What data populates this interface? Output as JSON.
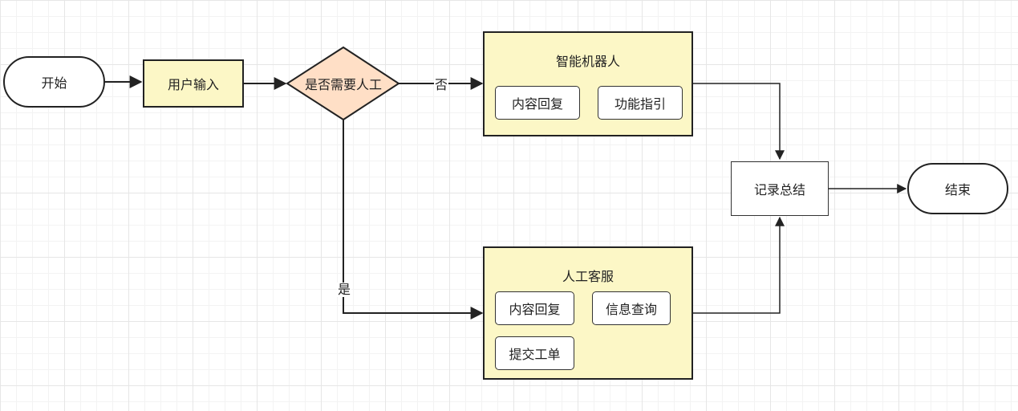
{
  "nodes": {
    "start": "开始",
    "user_input": "用户输入",
    "decision": "是否需要人工",
    "robot": {
      "title": "智能机器人",
      "items": [
        "内容回复",
        "功能指引"
      ]
    },
    "human": {
      "title": "人工客服",
      "items": [
        "内容回复",
        "信息查询",
        "提交工单"
      ]
    },
    "summary": "记录总结",
    "end": "结束"
  },
  "edges": {
    "no_label": "否",
    "yes_label": "是"
  },
  "colors": {
    "yellow_fill": "#fcf7c6",
    "decision_fill": "#ffdfc6",
    "stroke": "#222222"
  }
}
